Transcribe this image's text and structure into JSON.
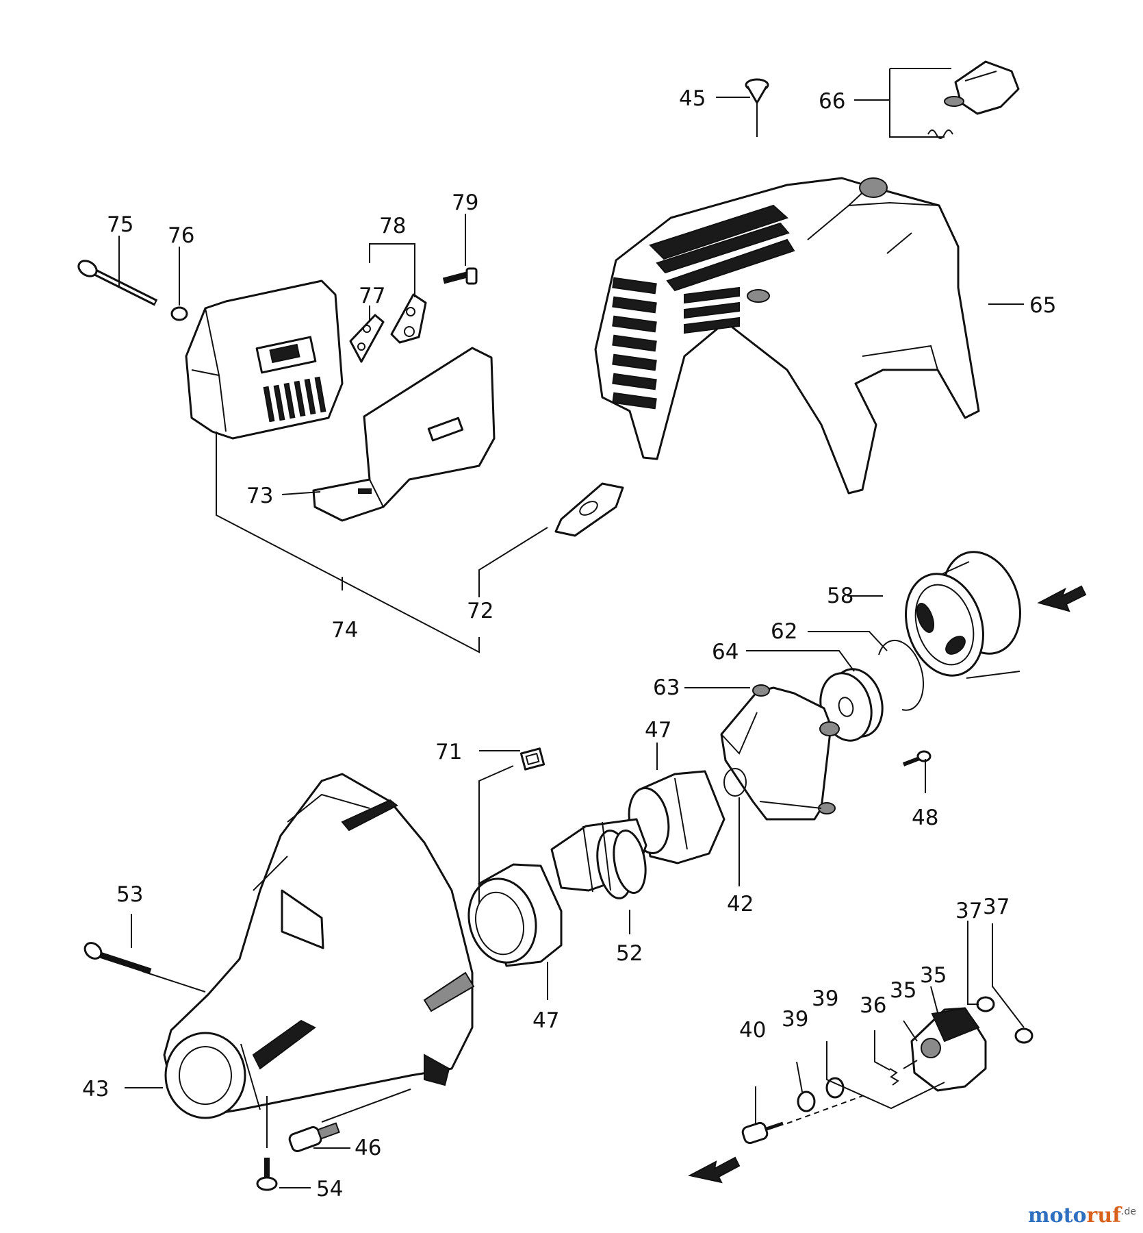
{
  "callouts": {
    "c75": "75",
    "c76": "76",
    "c78": "78",
    "c79": "79",
    "c77": "77",
    "c45": "45",
    "c66": "66",
    "c65": "65",
    "c73": "73",
    "c74": "74",
    "c72": "72",
    "c58": "58",
    "c62": "62",
    "c64": "64",
    "c63": "63",
    "c47a": "47",
    "c71": "71",
    "c48": "48",
    "c42": "42",
    "c53": "53",
    "c52": "52",
    "c47b": "47",
    "c37a": "37",
    "c37b": "37",
    "c35a": "35",
    "c35b": "35",
    "c36": "36",
    "c39a": "39",
    "c39b": "39",
    "c40": "40",
    "c43": "43",
    "c46": "46",
    "c54": "54"
  },
  "watermark": {
    "brand_a": "moto",
    "brand_b": "ruf",
    "suffix": ".de"
  },
  "colors": {
    "line": "#111111",
    "brand_a": "#2e6fbf",
    "brand_b": "#d8621c"
  },
  "icons": {
    "direction_arrows": "arrow-icon"
  }
}
